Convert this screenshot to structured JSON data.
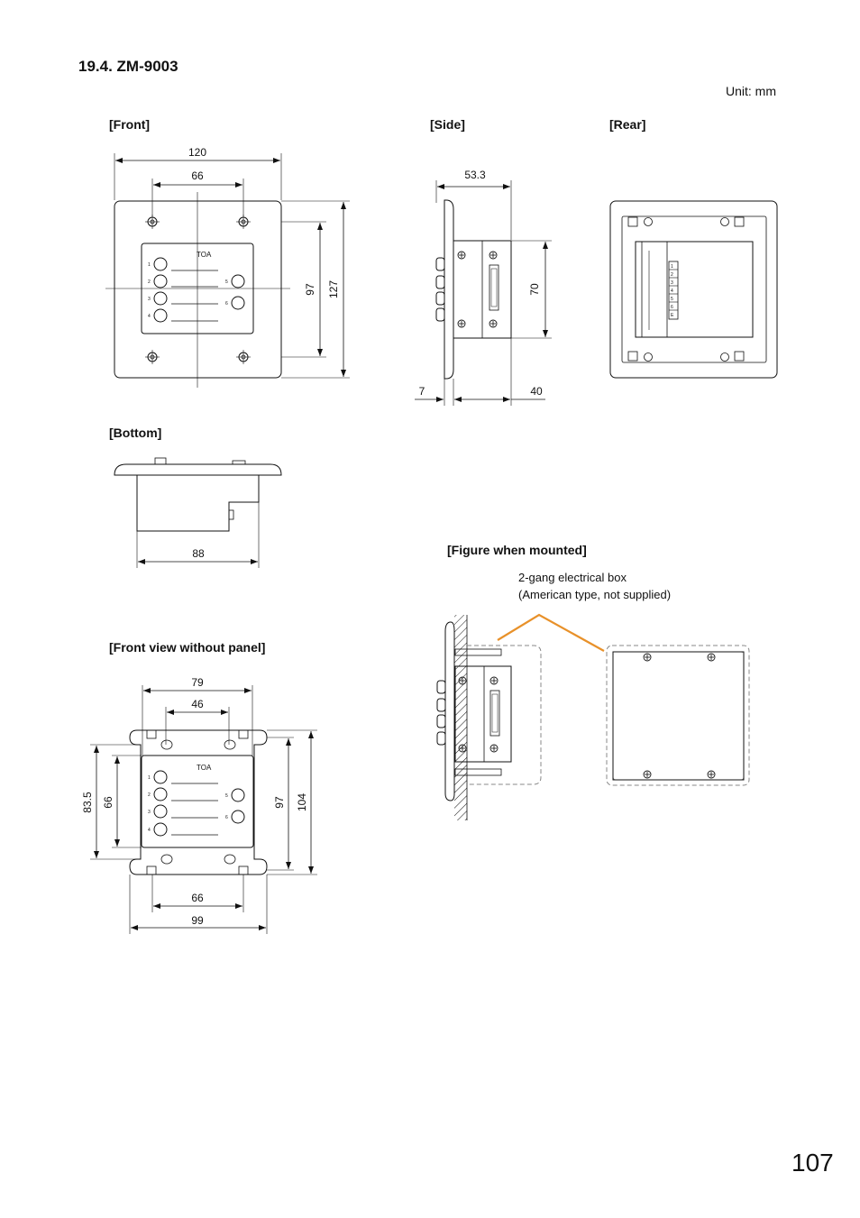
{
  "page": {
    "title": "19.4. ZM-9003",
    "unit": "Unit: mm",
    "page_number": "107"
  },
  "views": {
    "front": "[Front]",
    "side": "[Side]",
    "rear": "[Rear]",
    "bottom": "[Bottom]",
    "front_no_panel": "[Front view without panel]",
    "mounted": "[Figure when mounted]"
  },
  "mounted_note": {
    "line1": "2-gang electrical box",
    "line2": "(American type, not supplied)"
  },
  "brand_logo": "TOA",
  "dimensions": {
    "front_width": "120",
    "front_inner_width": "66",
    "front_inner_height": "97",
    "front_height": "127",
    "side_depth": "53.3",
    "side_height": "70",
    "side_panel": "7",
    "side_body": "40",
    "bottom_width": "88",
    "np_width_top": "79",
    "np_width_inner": "46",
    "np_height_left": "83.5",
    "np_height_inner_left": "66",
    "np_height_right": "97",
    "np_height_outer_right": "104",
    "np_width_bottom_inner": "66",
    "np_width_bottom": "99"
  },
  "button_numbers": [
    "1",
    "2",
    "3",
    "4",
    "5",
    "6"
  ],
  "terminal_numbers": [
    "1",
    "2",
    "3",
    "4",
    "5",
    "6",
    "E"
  ],
  "colors": {
    "leader_line": "#e8912a",
    "line": "#111111",
    "dashed_box": "#888888"
  }
}
